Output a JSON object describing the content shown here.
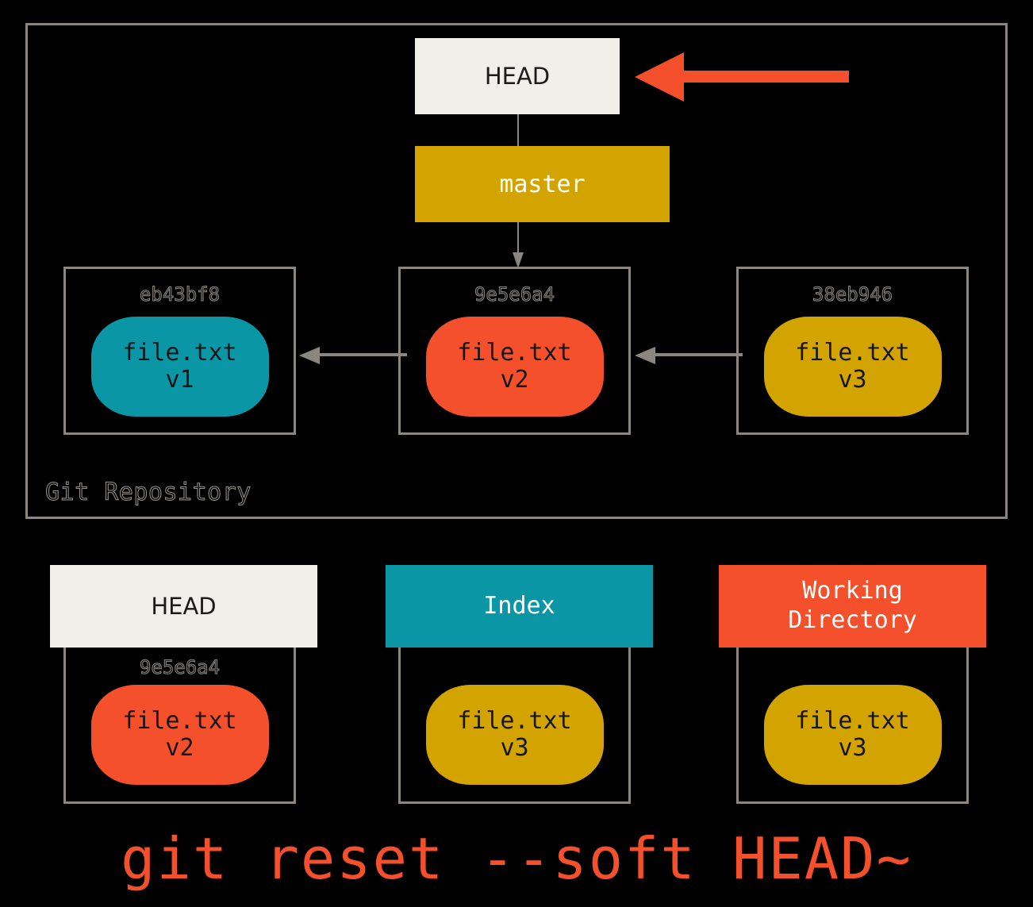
{
  "diagram": {
    "repository": {
      "label": "Git Repository",
      "head_box": {
        "label": "HEAD"
      },
      "branch_box": {
        "label": "master"
      },
      "reset_arrow": {
        "icon": "left-arrow-icon",
        "color": "#f4502c"
      },
      "commits": [
        {
          "hash": "eb43bf8",
          "blob": {
            "filename": "file.txt",
            "version": "v1",
            "color": "#0b96a5",
            "color_name": "teal"
          }
        },
        {
          "hash": "9e5e6a4",
          "blob": {
            "filename": "file.txt",
            "version": "v2",
            "color": "#f4502c",
            "color_name": "red"
          }
        },
        {
          "hash": "38eb946",
          "blob": {
            "filename": "file.txt",
            "version": "v3",
            "color": "#d3a400",
            "color_name": "gold"
          }
        }
      ],
      "connector_color": "#8d8680"
    },
    "trees": [
      {
        "title": "HEAD",
        "title_color": "#1b1b1b",
        "header_color": "#f0efe9",
        "hash": "9e5e6a4",
        "blob": {
          "filename": "file.txt",
          "version": "v2",
          "color": "#f4502c",
          "color_name": "red"
        }
      },
      {
        "title": "Index",
        "title_color": "#ffffff",
        "header_color": "#0b96a5",
        "hash": "",
        "blob": {
          "filename": "file.txt",
          "version": "v3",
          "color": "#d3a400",
          "color_name": "gold"
        }
      },
      {
        "title": "Working\nDirectory",
        "title_line1": "Working",
        "title_line2": "Directory",
        "title_color": "#ffffff",
        "header_color": "#f4502c",
        "hash": "",
        "blob": {
          "filename": "file.txt",
          "version": "v3",
          "color": "#d3a400",
          "color_name": "gold"
        }
      }
    ],
    "command": "git reset --soft HEAD~",
    "background_color": "#000000"
  }
}
